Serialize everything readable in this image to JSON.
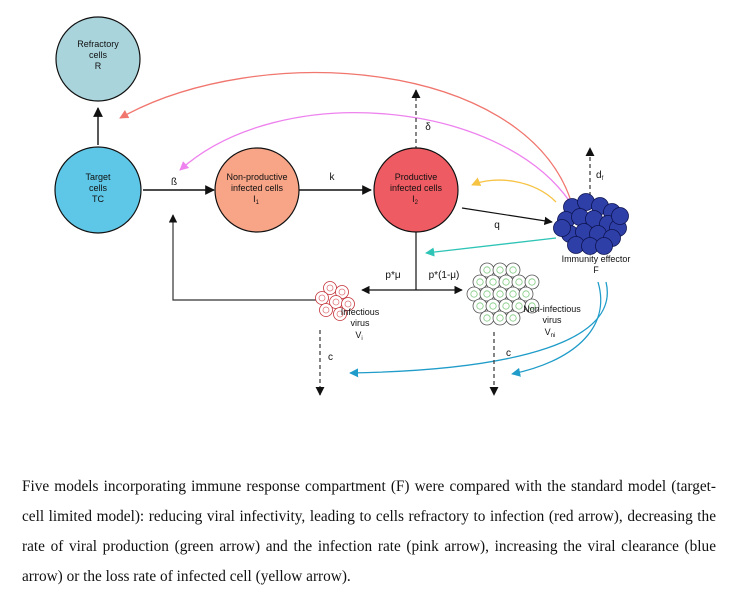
{
  "nodes": {
    "refractory": {
      "line1": "Refractory",
      "line2": "cells",
      "symbol": "R",
      "color": "#a9d4dc"
    },
    "target": {
      "line1": "Target",
      "line2": "cells",
      "symbol": "TC",
      "color": "#5ec6e6"
    },
    "nonproductive": {
      "line1": "Non-productive",
      "line2": "infected cells",
      "symbol": "I",
      "sub": "1",
      "color": "#f7a487"
    },
    "productive": {
      "line1": "Productive",
      "line2": "infected cells",
      "symbol": "I",
      "sub": "2",
      "color": "#ef5b62"
    },
    "immunity": {
      "line1": "Immunity effector",
      "symbol": "F",
      "color": "#2f3fa8"
    },
    "infectious_virus": {
      "line1": "Infectious",
      "line2": "virus",
      "symbol": "V",
      "sub": "i"
    },
    "noninfectious_virus": {
      "line1": "Non-infectious",
      "line2": "virus",
      "symbol": "V",
      "sub": "ni"
    }
  },
  "rates": {
    "beta": "ß",
    "k": "k",
    "delta": "δ",
    "q": "q",
    "d": "d",
    "d_sub": "f",
    "p_mu": "p*μ",
    "p_one_minus_mu": "p*(1-μ)",
    "c_left": "c",
    "c_right": "c"
  },
  "arrow_colors": {
    "red": "#f0766e",
    "pink": "#ee82ee",
    "yellow": "#f6c343",
    "green": "#2ec4b6",
    "blue": "#1f9cc9"
  },
  "caption": "Five models incorporating immune response compartment (F) were compared with the standard model (target-cell limited model): reducing viral infectivity, leading to cells refractory to infection (red arrow), decreasing the rate of viral production (green arrow) and the infection rate (pink arrow), increasing the viral clearance (blue arrow) or the loss rate of infected cell (yellow arrow)."
}
